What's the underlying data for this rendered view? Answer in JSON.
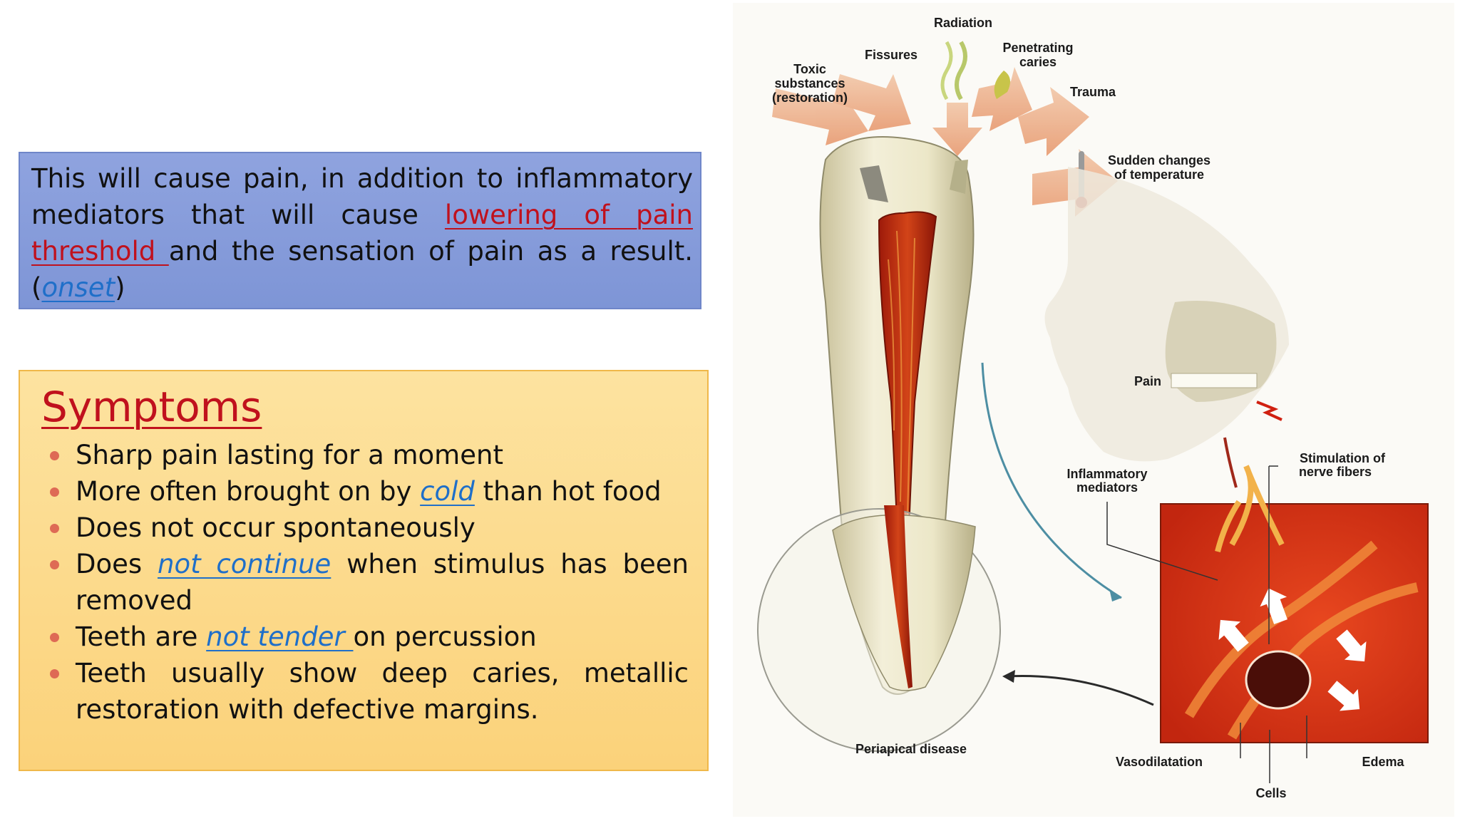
{
  "intro": {
    "prefix": "This will cause pain, in addition to inflammatory mediators that will cause ",
    "highlight": "lowering of pain threshold ",
    "middle": " and the sensation of pain as a result.(",
    "link": "onset",
    "suffix": ")"
  },
  "symptoms": {
    "title": "Symptoms",
    "items": [
      {
        "parts": [
          "Sharp pain lasting for a moment"
        ]
      },
      {
        "parts": [
          "More often brought on by ",
          "cold",
          " than hot food"
        ]
      },
      {
        "parts": [
          "Does not occur spontaneously"
        ]
      },
      {
        "parts": [
          "Does ",
          "not continue",
          " when stimulus has been removed"
        ]
      },
      {
        "parts": [
          "Teeth are ",
          "not tender ",
          "on percussion"
        ]
      },
      {
        "parts": [
          "Teeth usually show deep caries, metallic restoration with  defective margins."
        ]
      }
    ]
  },
  "figure": {
    "labels": {
      "radiation": "Radiation",
      "fissures": "Fissures",
      "penetrating": [
        "Penetrating",
        "caries"
      ],
      "toxic": [
        "Toxic",
        "substances",
        "(restoration)"
      ],
      "trauma": "Trauma",
      "temperature": [
        "Sudden changes",
        "of temperature"
      ],
      "pain": "Pain",
      "mediators": [
        "Inflammatory",
        "mediators"
      ],
      "stimulation": [
        "Stimulation of",
        "nerve fibers"
      ],
      "periapical": "Periapical disease",
      "vasodilatation": "Vasodilatation",
      "edema": "Edema",
      "cells": "Cells"
    }
  },
  "colors": {
    "accent_red": "#c0111d",
    "link_blue": "#1f6fc9",
    "intro_bg": "#8fa3df",
    "symptoms_bg": "#fde3a0"
  }
}
